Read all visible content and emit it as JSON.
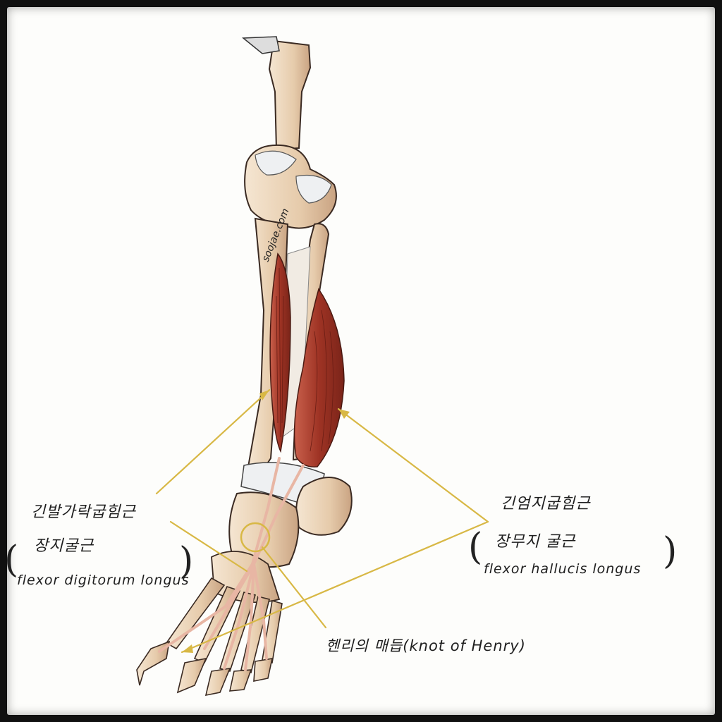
{
  "watermark": "soojae.com",
  "labels": {
    "fdl": {
      "korean_1": "긴발가락굽힘근",
      "korean_2": "장지굴근",
      "latin": "flexor digitorum longus"
    },
    "fhl": {
      "korean_1": "긴엄지굽힘근",
      "korean_2": "장무지 굴근",
      "latin": "flexor hallucis longus"
    },
    "knot": {
      "text": "헨리의 매듭(knot of Henry)"
    }
  },
  "colors": {
    "annotation_line": "#d8b845",
    "bone": "#ecd6bc",
    "bone_outline": "#3a2a22",
    "muscle": "#a8402f",
    "tendon": "#f1ebe3",
    "knot_circle": "#d8b845"
  }
}
